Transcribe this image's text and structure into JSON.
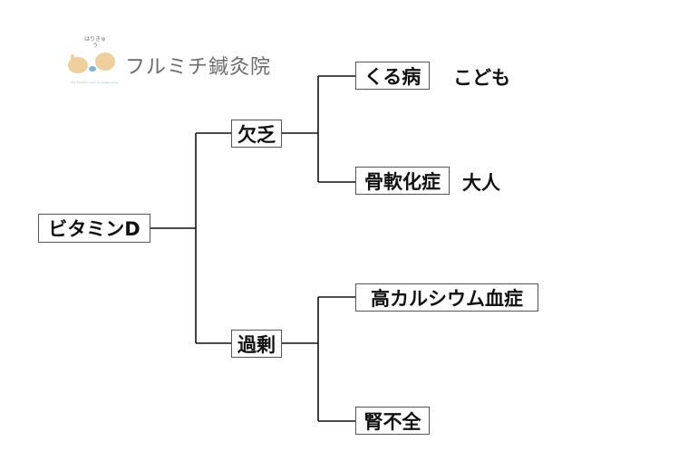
{
  "logo": {
    "name": "フルミチ鍼灸院",
    "vertical_text": "はりきゅう",
    "tagline": "The Fulmichi Clinic of Acupuncture"
  },
  "tree": {
    "root": "ビタミンD",
    "deficiency": {
      "label": "欠乏",
      "children": [
        {
          "label": "くる病",
          "note": "こども"
        },
        {
          "label": "骨軟化症",
          "note": "大人"
        }
      ]
    },
    "excess": {
      "label": "過剰",
      "children": [
        {
          "label": "高カルシウム血症"
        },
        {
          "label": "腎不全"
        }
      ]
    }
  }
}
